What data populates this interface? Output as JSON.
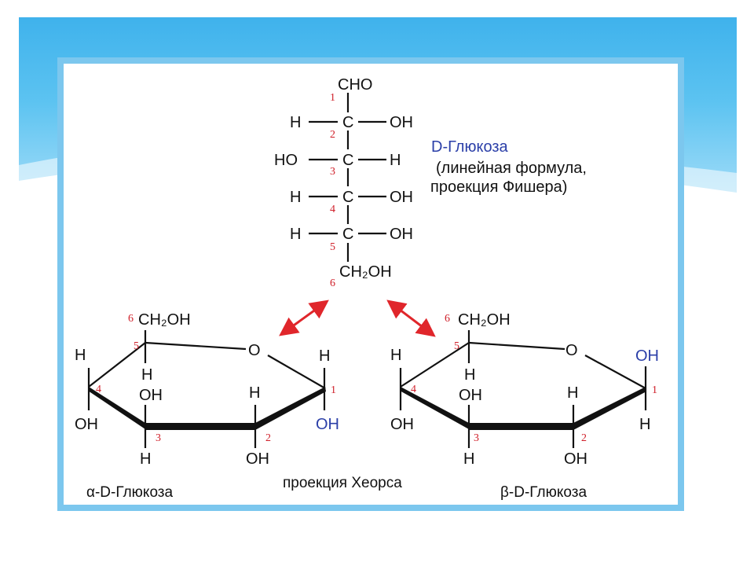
{
  "colors": {
    "band": "#4fbbee",
    "frame": "#7cc7ee",
    "carbon_number": "#d0202a",
    "blue_label": "#2b3fa8",
    "arrow": "#e0262b"
  },
  "fischer": {
    "top": "CHO",
    "rows": [
      {
        "left": "H",
        "center": "C",
        "right": "OH"
      },
      {
        "left": "HO",
        "center": "C",
        "right": "H"
      },
      {
        "left": "H",
        "center": "C",
        "right": "OH"
      },
      {
        "left": "H",
        "center": "C",
        "right": "OH"
      }
    ],
    "bottom": "CH₂OH",
    "numbers": [
      "1",
      "2",
      "3",
      "4",
      "5",
      "6"
    ]
  },
  "fischer_caption": {
    "name": "D-Глюкоза",
    "line1": "(линейная формула,",
    "line2": "проекция Фишера)"
  },
  "alpha": {
    "ch2oh": "CH₂OH",
    "num6": "6",
    "num5": "5",
    "num4": "4",
    "num3": "3",
    "num2": "2",
    "num1": "1",
    "ring_o": "O",
    "c5_h": "H",
    "c4_h": "H",
    "c4_oh": "OH",
    "c3_oh": "OH",
    "c3_h": "H",
    "c2_h": "H",
    "c2_oh": "OH",
    "c1_h": "H",
    "c1_oh": "OH",
    "name": "α-D-Глюкоза"
  },
  "beta": {
    "ch2oh": "CH₂OH",
    "num6": "6",
    "num5": "5",
    "num4": "4",
    "num3": "3",
    "num2": "2",
    "num1": "1",
    "ring_o": "O",
    "c5_h": "H",
    "c4_h": "H",
    "c4_oh": "OH",
    "c3_oh": "OH",
    "c3_h": "H",
    "c2_h": "H",
    "c2_oh": "OH",
    "c1_oh": "OH",
    "c1_h": "H",
    "name": "β-D-Глюкоза"
  },
  "haworth_caption": "проекция Хеорса"
}
